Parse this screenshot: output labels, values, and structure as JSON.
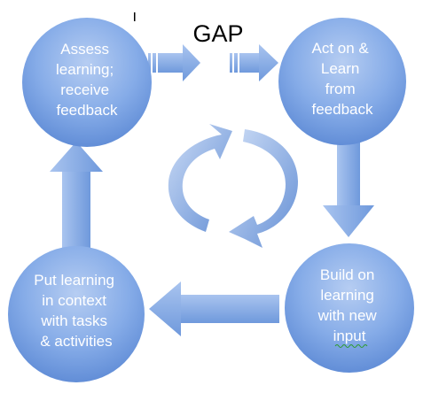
{
  "title": "GAP",
  "nodes": [
    {
      "lines": [
        "Assess",
        "learning;",
        "receive",
        "feedback"
      ]
    },
    {
      "lines": [
        "Act on &",
        "Learn",
        "from",
        "feedback"
      ]
    },
    {
      "lines": [
        "Build on",
        "learning",
        "with new",
        "input"
      ]
    },
    {
      "lines": [
        "Put learning",
        "in context",
        "with tasks",
        "& activities"
      ]
    }
  ],
  "colors": {
    "circle_light": "#b6cdf2",
    "circle_mid": "#7ea6e6",
    "circle_dark": "#5b88d4",
    "arrow": "#7fa7e3",
    "arrow_dark": "#5f8bd2",
    "text": "#ffffff",
    "title": "#000000"
  }
}
